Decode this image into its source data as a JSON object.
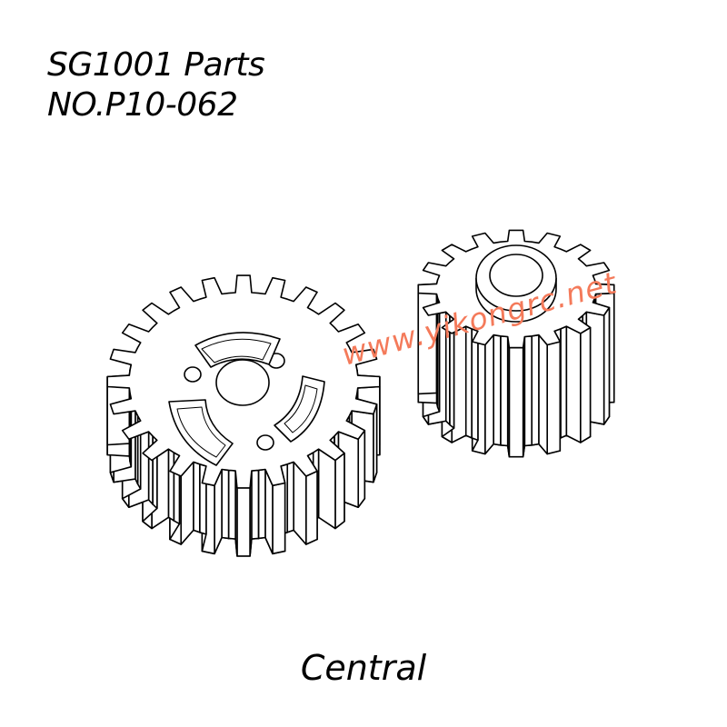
{
  "header": {
    "title_line_1": "SG1001 Parts",
    "title_line_2": "NO.P10-062"
  },
  "caption": "Central",
  "watermark": "www.yikongrc.net",
  "colors": {
    "line": "#000000",
    "background": "#ffffff",
    "watermark": "#f47a5a"
  },
  "parts": [
    {
      "name": "large-spur-gear",
      "teeth": 24
    },
    {
      "name": "small-pinion-gear",
      "teeth": 16
    }
  ]
}
